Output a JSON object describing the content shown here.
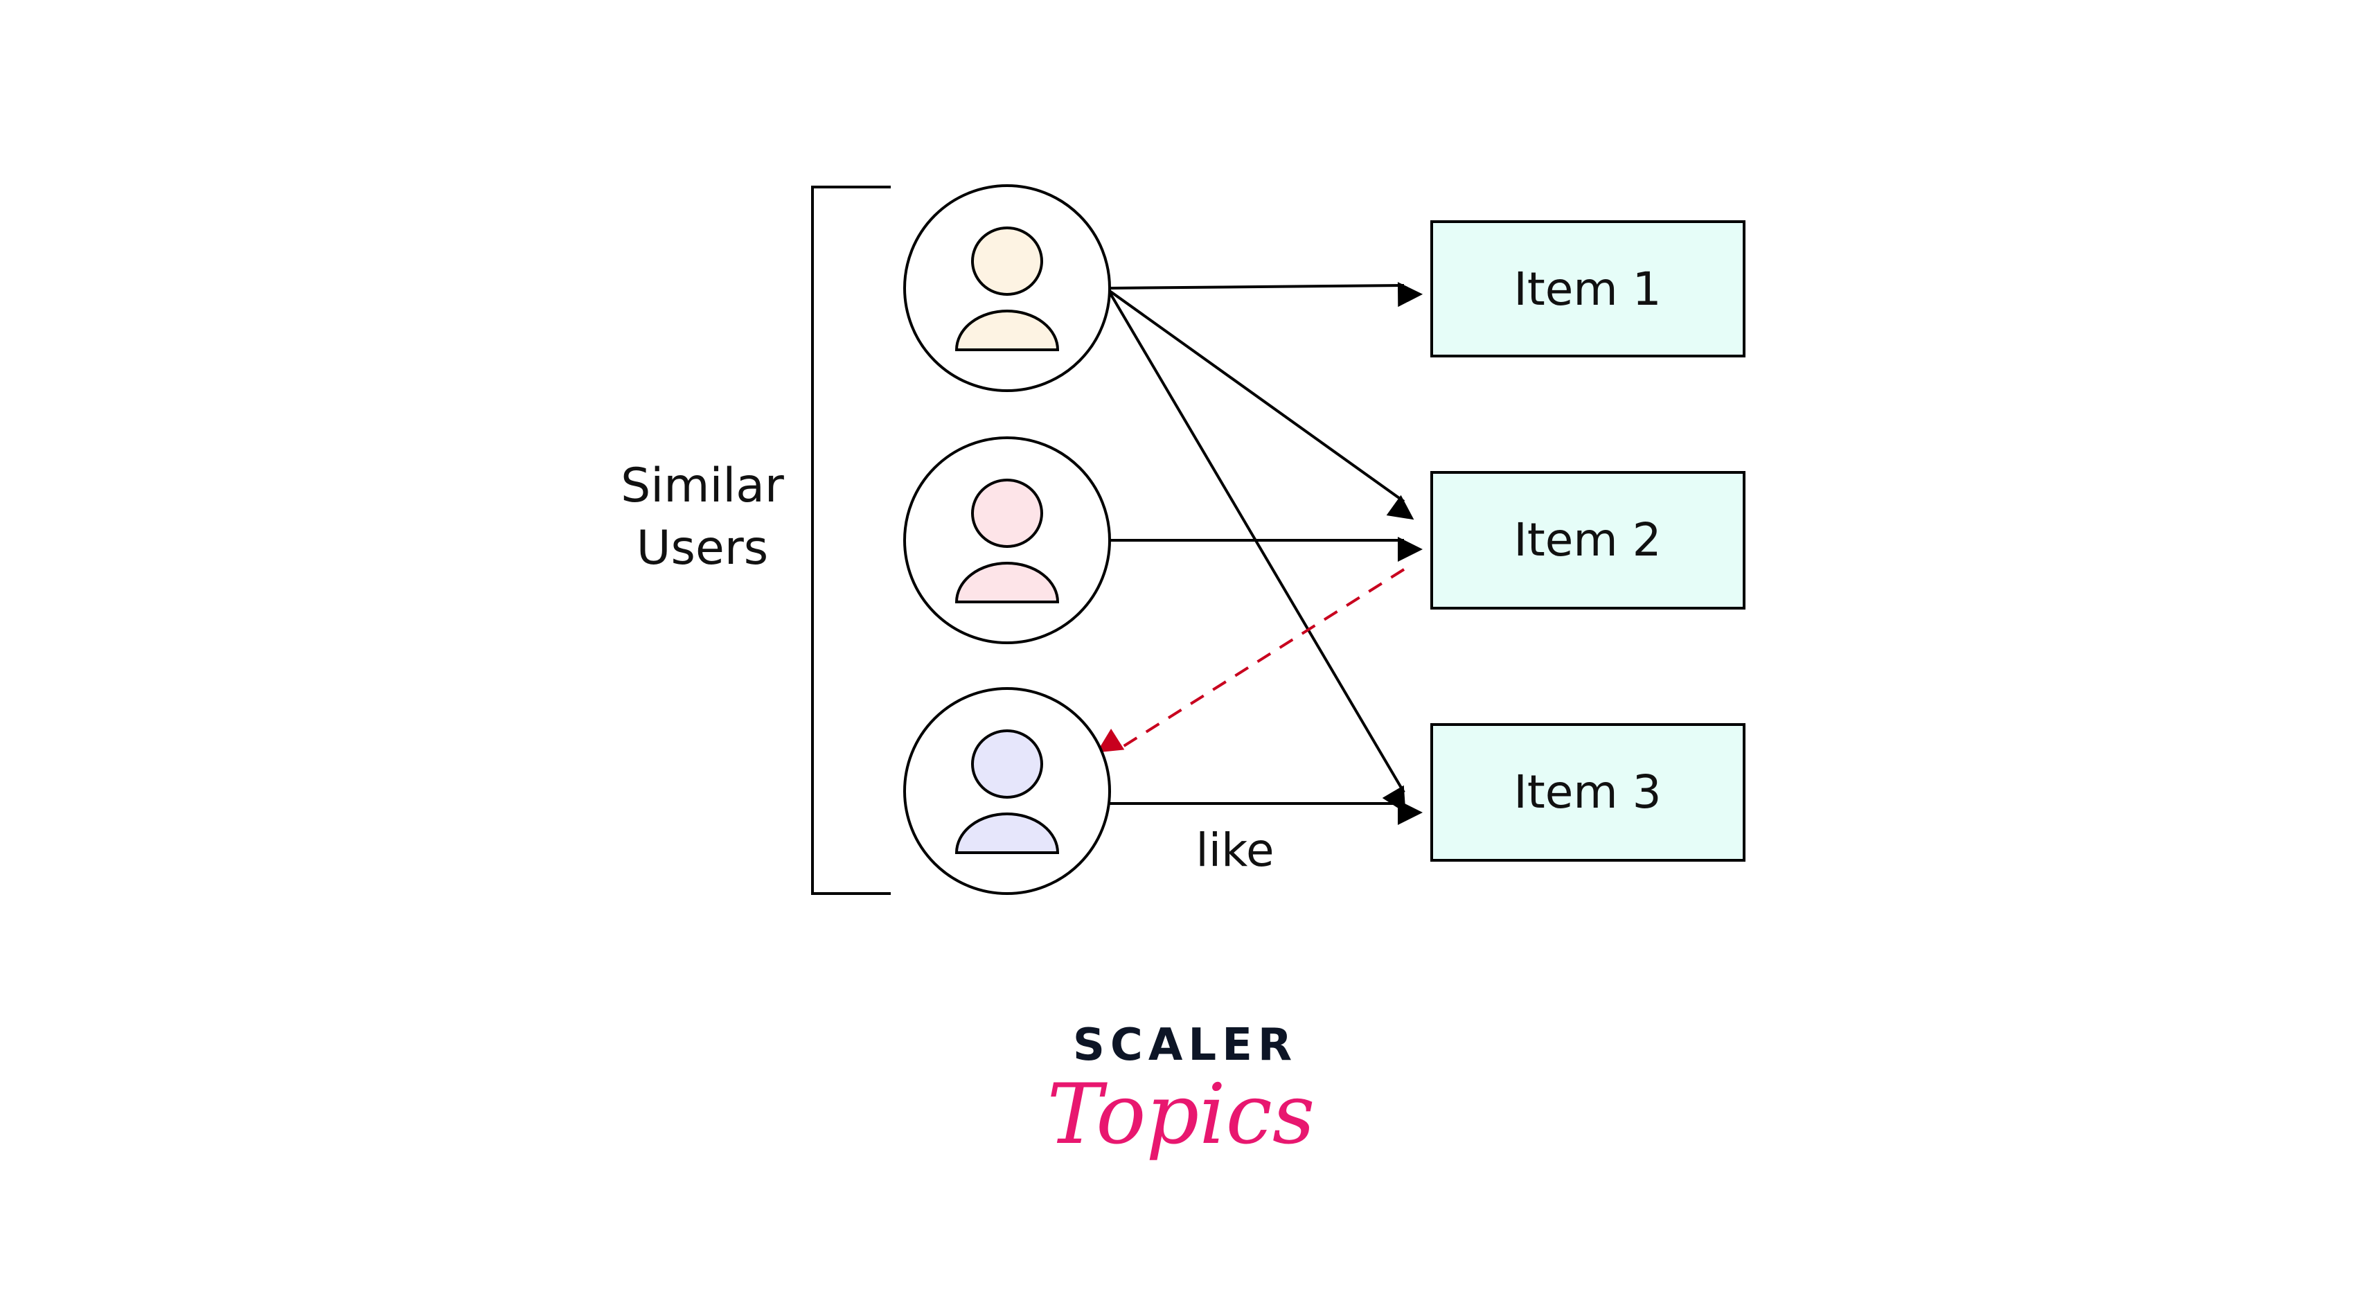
{
  "diagram": {
    "group_label_line1": "Similar",
    "group_label_line2": "Users",
    "edge_label": "like",
    "users": [
      {
        "name": "user-1",
        "color": "#fdf3e3"
      },
      {
        "name": "user-2",
        "color": "#fde4e8"
      },
      {
        "name": "user-3",
        "color": "#e6e6fb"
      }
    ],
    "items": [
      {
        "label": "Item 1"
      },
      {
        "label": "Item 2"
      },
      {
        "label": "Item 3"
      }
    ],
    "item_fill": "#e6fdf8",
    "edges": [
      {
        "from": "user-1",
        "to": "Item 1",
        "style": "solid"
      },
      {
        "from": "user-1",
        "to": "Item 2",
        "style": "solid"
      },
      {
        "from": "user-1",
        "to": "Item 3",
        "style": "solid"
      },
      {
        "from": "user-2",
        "to": "Item 2",
        "style": "solid"
      },
      {
        "from": "user-3",
        "to": "Item 3",
        "style": "solid",
        "label": "like"
      },
      {
        "from": "Item 2",
        "to": "user-3",
        "style": "dashed",
        "color": "#c8001e"
      }
    ]
  },
  "logo": {
    "line1": "SCALER",
    "line2": "Topics",
    "line1_color": "#0d1526",
    "line2_color": "#e8176f"
  }
}
